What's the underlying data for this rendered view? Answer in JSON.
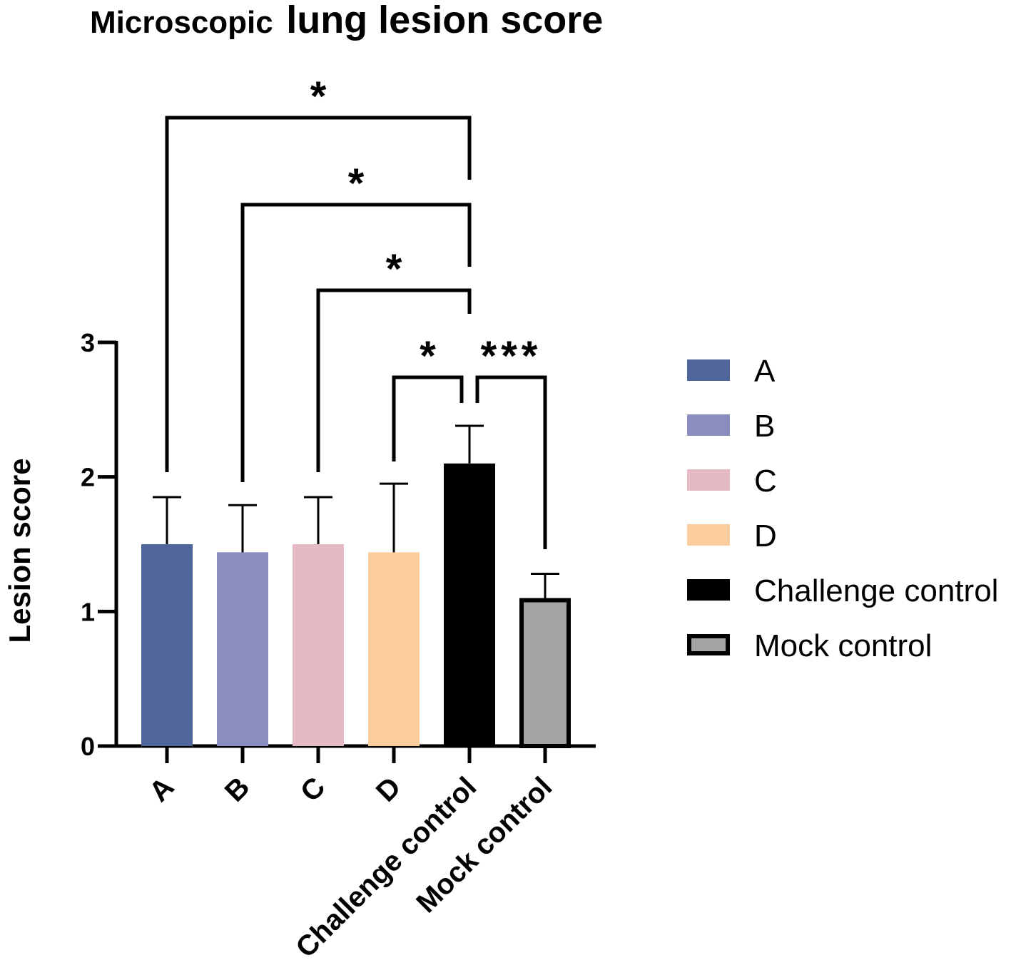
{
  "chart_data": {
    "type": "bar",
    "title_part1": "Microscopic",
    "title_part2": "lung lesion score",
    "xlabel": "",
    "ylabel": "Lesion score",
    "ylim": [
      0,
      3
    ],
    "yticks": [
      "0",
      "1",
      "2",
      "3"
    ],
    "categories": [
      "A",
      "B",
      "C",
      "D",
      "Challenge control",
      "Mock control"
    ],
    "values": [
      1.5,
      1.44,
      1.5,
      1.44,
      2.1,
      1.1
    ],
    "errors": [
      0.35,
      0.35,
      0.35,
      0.51,
      0.28,
      0.18
    ],
    "colors": [
      "#4f659b",
      "#8b8cbf",
      "#e6bac4",
      "#fbcd9c",
      "#000000",
      "#a3a3a6"
    ],
    "grid": false,
    "legend_position": "right",
    "legend": [
      "A",
      "B",
      "C",
      "D",
      "Challenge control",
      "Mock control"
    ],
    "significance": [
      {
        "from": "A",
        "to": "Challenge control",
        "label": "*"
      },
      {
        "from": "B",
        "to": "Challenge control",
        "label": "*"
      },
      {
        "from": "C",
        "to": "Challenge control",
        "label": "*"
      },
      {
        "from": "D",
        "to": "Challenge control",
        "label": "*"
      },
      {
        "from": "Challenge control",
        "to": "Mock control",
        "label": "***"
      }
    ]
  }
}
